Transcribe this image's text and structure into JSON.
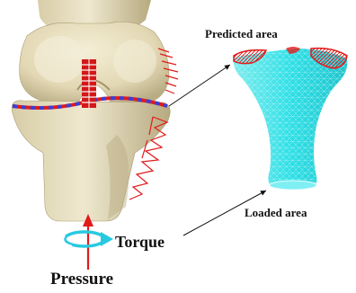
{
  "labels": {
    "predicted_area": "Predicted area",
    "loaded_area": "Loaded area",
    "torque": "Torque",
    "pressure": "Pressure"
  },
  "colors": {
    "bone": "#e8dfc0",
    "bone_shadow": "#b9ad85",
    "mesh": "#2fe0e6",
    "mesh_line": "#bff6f8",
    "load_red": "#e11a1a",
    "band_blue": "#3b3fd6",
    "torque_cyan": "#28c9e0",
    "pressure_arrow": "#e11a1a"
  },
  "icons": {
    "pressure_arrow": "up-arrow-icon",
    "torque_arrow": "rotation-arrow-icon"
  }
}
